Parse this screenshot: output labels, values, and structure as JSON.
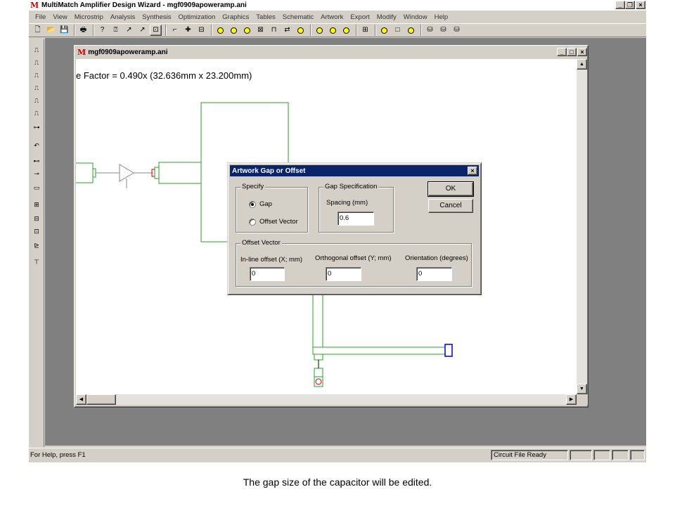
{
  "app": {
    "title": "MultiMatch Amplifier Design Wizard - mgf0909apoweramp.ani",
    "logo_letter": "M"
  },
  "menu": [
    "File",
    "View",
    "Microstrip",
    "Analysis",
    "Synthesis",
    "Optimization",
    "Graphics",
    "Tables",
    "Schematic",
    "Artwork",
    "Export",
    "Modify",
    "Window",
    "Help"
  ],
  "child": {
    "title": "mgf0909apoweramp.ani",
    "scale_text": "e Factor =  0.490x (32.636mm x 23.200mm)"
  },
  "dialog": {
    "title": "Artwork Gap or Offset",
    "specify_label": "Specify",
    "radio_gap": "Gap",
    "radio_offset": "Offset Vector",
    "gap_spec_label": "Gap Specification",
    "spacing_label": "Spacing (mm)",
    "spacing_value": "0.6",
    "ok_label": "OK",
    "cancel_label": "Cancel",
    "offset_group_label": "Offset Vector",
    "inline_label": "In-line offset (X; mm)",
    "inline_value": "0",
    "orth_label": "Orthogonal offset (Y; mm)",
    "orth_value": "0",
    "orient_label": "Orientation (degrees)",
    "orient_value": "0"
  },
  "status": {
    "help": "For Help, press F1",
    "state": "Circuit File Ready"
  },
  "caption": "The gap size of the capacitor will be edited.",
  "colors": {
    "trace": "#2aa02a",
    "selection_blue": "#0000c0",
    "port_red": "#cc0000",
    "dialog_title": "#0a246a"
  }
}
